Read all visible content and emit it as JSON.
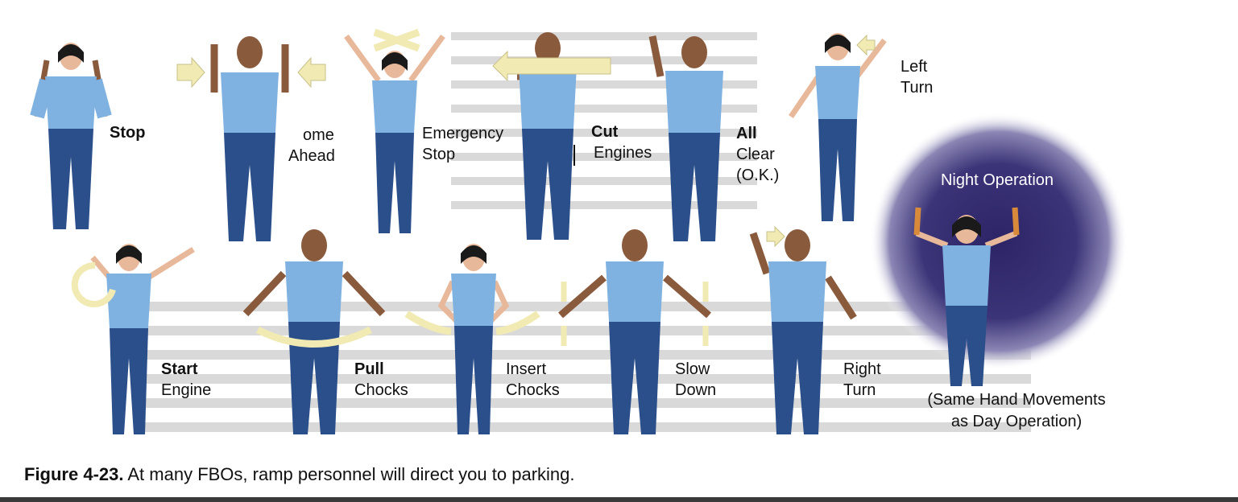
{
  "figure": {
    "labels": {
      "stop": "Stop",
      "come_ahead_1": "ome",
      "come_ahead_2": "Ahead",
      "emergency_stop_1": "Emergency",
      "emergency_stop_2": "Stop",
      "cut_engines_1": "Cut",
      "cut_engines_2": "Engines",
      "all_clear_1": "All",
      "all_clear_2": "Clear",
      "all_clear_3": "(O.K.)",
      "left_turn_1": "Left",
      "left_turn_2": "Turn",
      "start_engine_1": "Start",
      "start_engine_2": "Engine",
      "pull_chocks_1": "Pull",
      "pull_chocks_2": "Chocks",
      "insert_chocks_1": "Insert",
      "insert_chocks_2": "Chocks",
      "slow_down_1": "Slow",
      "slow_down_2": "Down",
      "right_turn_1": "Right",
      "right_turn_2": "Turn",
      "night_operation": "Night Operation",
      "same_1": "(Same Hand Movements",
      "same_2": "as Day Operation)"
    },
    "caption": {
      "number": "Figure 4-23.",
      "text": " At many FBOs, ramp personnel will direct you to parking."
    }
  },
  "colors": {
    "shirt": "#7fb2e0",
    "pants": "#2a4f8a",
    "skin": "#8a5a3c",
    "hair": "#1a1a1a",
    "arrow": "#f1eab3",
    "night": "#2c2466"
  }
}
